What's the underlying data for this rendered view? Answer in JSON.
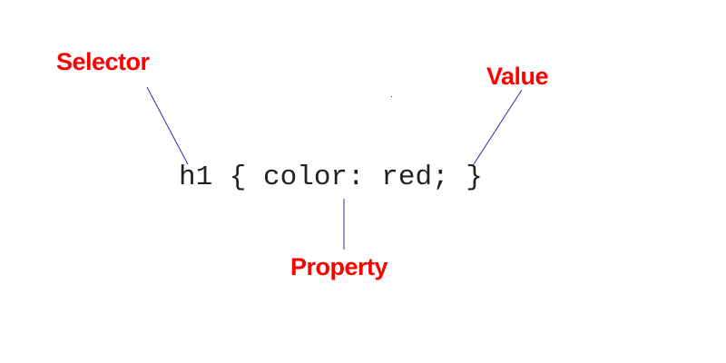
{
  "diagram": {
    "code_rule": "h1 { color: red; }",
    "labels": {
      "selector": "Selector",
      "property": "Property",
      "value": "Value"
    },
    "colors": {
      "label_text": "#ff0000",
      "leader_line": "#2c2c9e",
      "code_text": "#222222",
      "background": "#ffffff"
    }
  }
}
